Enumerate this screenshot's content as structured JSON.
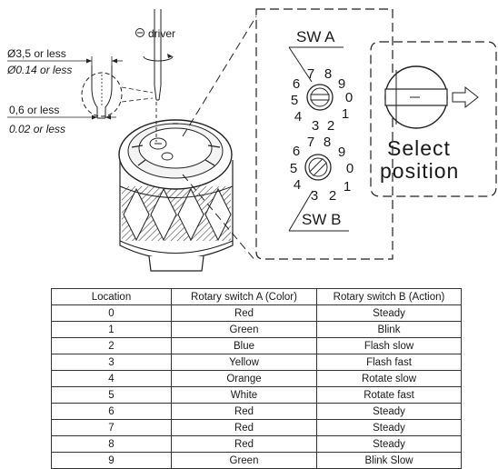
{
  "labels": {
    "driver": "driver",
    "dia_mm": "Ø3,5 or less",
    "dia_in": "Ø0.14 or less",
    "tip_mm": "0,6 or less",
    "tip_in": "0.02 or less",
    "sw_a": "SW A",
    "sw_b": "SW B",
    "select_line1": "Select",
    "select_line2": "position"
  },
  "dial_digits": [
    "0",
    "1",
    "2",
    "3",
    "4",
    "5",
    "6",
    "7",
    "8",
    "9"
  ],
  "table": {
    "headers": [
      "Location",
      "Rotary switch A (Color)",
      "Rotary switch B (Action)"
    ],
    "rows": [
      [
        "0",
        "Red",
        "Steady"
      ],
      [
        "1",
        "Green",
        "Blink"
      ],
      [
        "2",
        "Blue",
        "Flash slow"
      ],
      [
        "3",
        "Yellow",
        "Flash fast"
      ],
      [
        "4",
        "Orange",
        "Rotate slow"
      ],
      [
        "5",
        "White",
        "Rotate fast"
      ],
      [
        "6",
        "Red",
        "Steady"
      ],
      [
        "7",
        "Red",
        "Steady"
      ],
      [
        "8",
        "Red",
        "Steady"
      ],
      [
        "9",
        "Green",
        "Blink Slow"
      ]
    ]
  }
}
